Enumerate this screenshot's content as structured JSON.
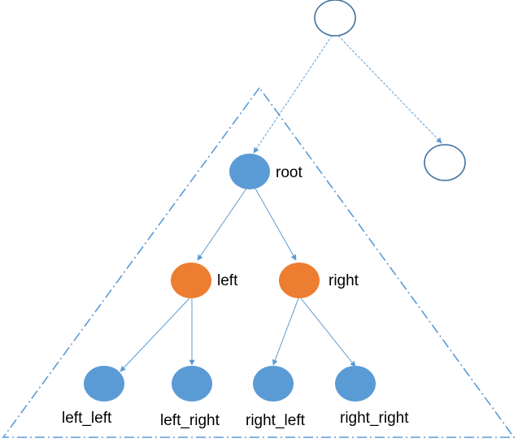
{
  "colors": {
    "node_blue": "#5B9BD5",
    "node_orange": "#ED7D31",
    "outline": "#41719C",
    "edge": "#5B9BD5",
    "label": "#000000",
    "background": "#FFFFFF"
  },
  "nodes": {
    "root": {
      "label": "root"
    },
    "left": {
      "label": "left"
    },
    "right": {
      "label": "right"
    },
    "left_left": {
      "label": "left_left"
    },
    "left_right": {
      "label": "left_right"
    },
    "right_left": {
      "label": "right_left"
    },
    "right_right": {
      "label": "right_right"
    }
  }
}
